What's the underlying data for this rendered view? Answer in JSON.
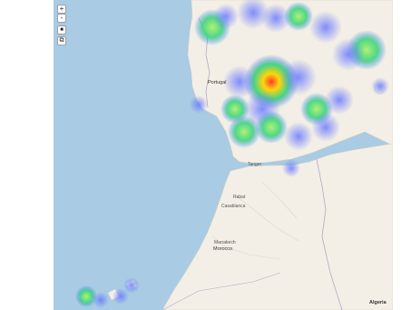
{
  "map": {
    "controls": {
      "zoom_in": "+",
      "zoom_out": "-",
      "layers": "■",
      "fullscreen": "⧉"
    },
    "labels": {
      "portugal": "Portugal",
      "tanger": "Tanger",
      "rabat": "Rabat",
      "casablanca": "Casablanca",
      "marrakech": "Marrakech",
      "morocco": "Morocco",
      "algeria": "Algeria"
    },
    "colors": {
      "sea": "#a9cbe3",
      "land": "#f3efe6",
      "border": "#b8a6c9",
      "heat_low": "#4b5cff",
      "heat_mid": "#32d27a",
      "heat_high": "#ffd400",
      "heat_peak": "#ff3a2a"
    },
    "heatmap_peak_region": "central Spain (Madrid area)"
  }
}
